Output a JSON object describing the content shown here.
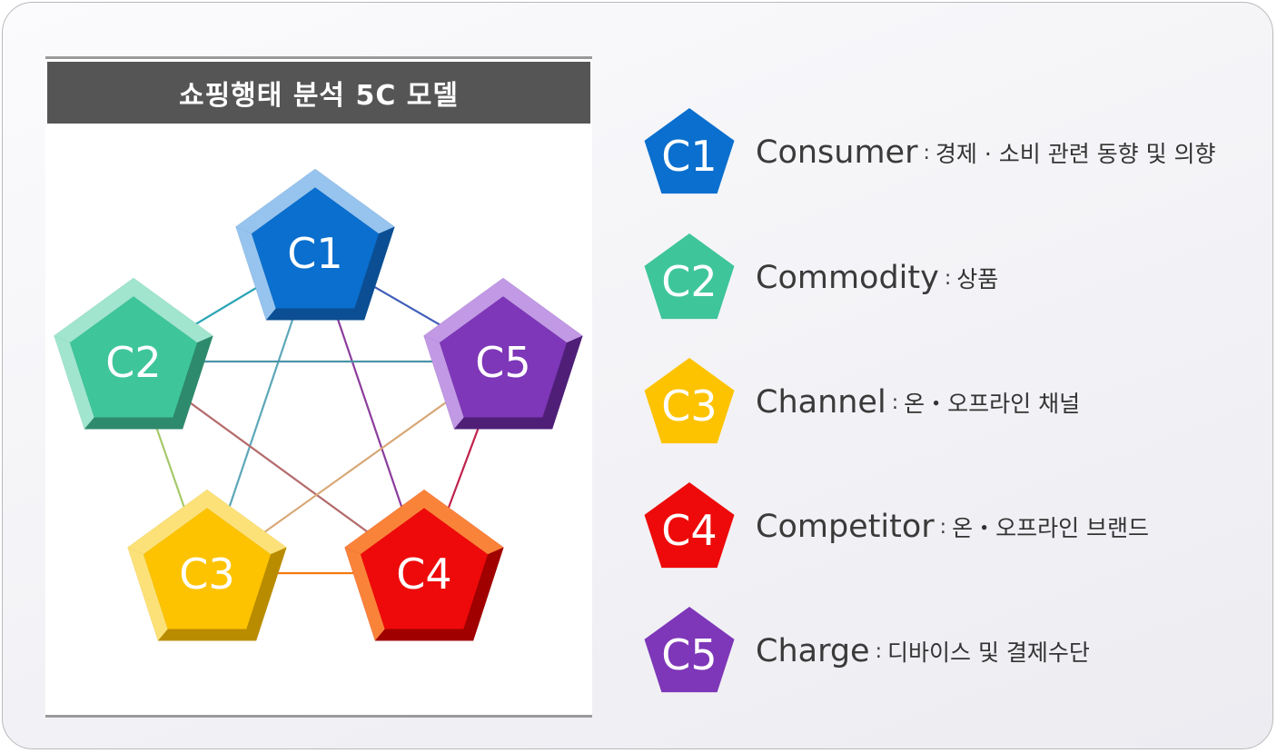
{
  "title": "쇼핑행태 분석 5C 모델",
  "nodes": [
    {
      "id": "C1",
      "label": "C1",
      "color": "#0a6fce",
      "bevel_light": "#9fcaf2",
      "bevel_dark": "#0b4e93"
    },
    {
      "id": "C2",
      "label": "C2",
      "color": "#3fc59a",
      "bevel_light": "#a8ead5",
      "bevel_dark": "#2e8a6c"
    },
    {
      "id": "C3",
      "label": "C3",
      "color": "#fdc300",
      "bevel_light": "#ffe680",
      "bevel_dark": "#b98c00"
    },
    {
      "id": "C4",
      "label": "C4",
      "color": "#ee0a0a",
      "bevel_light": "#ff8a3d",
      "bevel_dark": "#a10000"
    },
    {
      "id": "C5",
      "label": "C5",
      "color": "#7e37b8",
      "bevel_light": "#c7a0ea",
      "bevel_dark": "#4f1f78"
    }
  ],
  "connections": [
    {
      "from": "C1",
      "to": "C2",
      "color": "#2aa5b4"
    },
    {
      "from": "C1",
      "to": "C5",
      "color": "#3f5db8"
    },
    {
      "from": "C1",
      "to": "C3",
      "color": "#5ca7b8"
    },
    {
      "from": "C1",
      "to": "C4",
      "color": "#8c3c9c"
    },
    {
      "from": "C2",
      "to": "C5",
      "color": "#4a94a8"
    },
    {
      "from": "C2",
      "to": "C3",
      "color": "#a6c86a"
    },
    {
      "from": "C2",
      "to": "C4",
      "color": "#b46a6a"
    },
    {
      "from": "C5",
      "to": "C3",
      "color": "#d8a878"
    },
    {
      "from": "C5",
      "to": "C4",
      "color": "#c0224c"
    },
    {
      "from": "C3",
      "to": "C4",
      "color": "#f47a10"
    }
  ],
  "legend": [
    {
      "badge": "C1",
      "color": "#0a6fce",
      "name": "Consumer",
      "sep": ":",
      "desc": "경제 · 소비 관련 동향 및 의향"
    },
    {
      "badge": "C2",
      "color": "#3fc59a",
      "name": "Commodity",
      "sep": ":",
      "desc": "상품"
    },
    {
      "badge": "C3",
      "color": "#fdc300",
      "name": "Channel",
      "sep": ":",
      "desc": "온・오프라인 채널"
    },
    {
      "badge": "C4",
      "color": "#ee0a0a",
      "name": "Competitor",
      "sep": ":",
      "desc": "온・오프라인 브랜드"
    },
    {
      "badge": "C5",
      "color": "#7e37b8",
      "name": "Charge",
      "sep": ":",
      "desc": "디바이스 및 결제수단"
    }
  ]
}
